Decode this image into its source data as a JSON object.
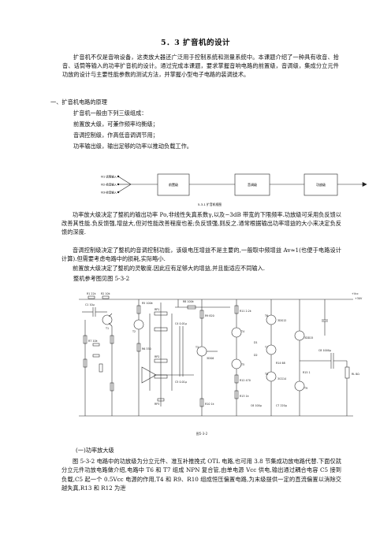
{
  "title": "5．3 扩音机的设计",
  "intro": "扩音机不仅是音响设备，这类放大器还广泛用于控制系统和测量系统中。本课题介绍了一种具有收音、拾音、话筒等输入的功率扩音机的设计。通过完成本课题，要求掌握音响电路的前置级，音调级，集成分立元件功放的设计与主要性能参数的测试方法，并掌握小型电子电路的装调技术。",
  "section1": "一、扩音机电路的原理",
  "p1": "扩音机一般由下列三级组成：",
  "items": [
    "前置放大级，可兼作频率均衡级；",
    "音调控制级，作高低音调调节用；",
    "功率输出级，输出足够的功率以推动负载工作。"
  ],
  "block": {
    "inputs": [
      "Vi1-话筒输入",
      "Vi2-拾音输入",
      "Vi3-收音输入"
    ],
    "boxes": [
      "前置级",
      "音调级",
      "功放级"
    ],
    "caption": "5-3-1 扩音机框图"
  },
  "p2": "功率放大级决定了整机的输出功率 Po,非线性失真系数γ,以及−3dB 带宽的下限频率.功放级可采用负反馈以改善其性能.负反馈强,增益大,但对性能改善程度也差;负反馈强,则反之.通常根据输出功率增益的大小来决定负反馈的深度.",
  "p3": "音调控制级决定了整机的音调控制功能，该级电压增益不是主要的,一般取中频增益 Av≈1(也便于电路设计计算).但需要考虑电路中的损耗,实际略小.",
  "p4": "前置放大级决定了整机的灵敏度.因此应有足够大的增益,并且能适应不同输入.",
  "p5": "整机参考图见图 5-3-2",
  "circuit": {
    "caption": "图5-3-2",
    "vcc": "+Vcc",
    "vcc_value": "+30V",
    "transistors": [
      "T1",
      "T2",
      "T3",
      "T4",
      "T5",
      "T6",
      "T7",
      "T8",
      "T9"
    ],
    "labels": [
      "R1 22k",
      "R2 10k",
      "C1 10μ",
      "R5 100k",
      "R6 330",
      "R7 10k",
      "R8 100k",
      "RP1",
      "RP2",
      "RP3",
      "C4 0.01μ",
      "C5 0.01μ",
      "R9 820",
      "R10 1k",
      "R11 2.2k",
      "R12 470",
      "R13 1k",
      "C6 100μ",
      "C7 220μ",
      "R14 68",
      "R15 1",
      "D1",
      "D2",
      "3DG12",
      "3DG6",
      "3CG14",
      "3DD15",
      "C8 1000μ",
      "RL 8Ω"
    ]
  },
  "section2": "(一)功率放大级",
  "p6": "图 5-3-2 电路中的功放级为分立元件、准互补推挽式 OTL 电路,也可用 3.8 节集成功放电路代替.下面仅就分立元件功放电路做介绍,电路中 T6 和 T7 组成 NPN 复合管,由单电源 Vcc 供电,输出通过耦合电容 C5 接到负载,C5 起一个 0.5Vcc 电源的作用,T4 和 R9、R10 组成恒压偏置电路,为末级提供一定的直流偏置以消除交越失真,R13 和 R12 为泄"
}
